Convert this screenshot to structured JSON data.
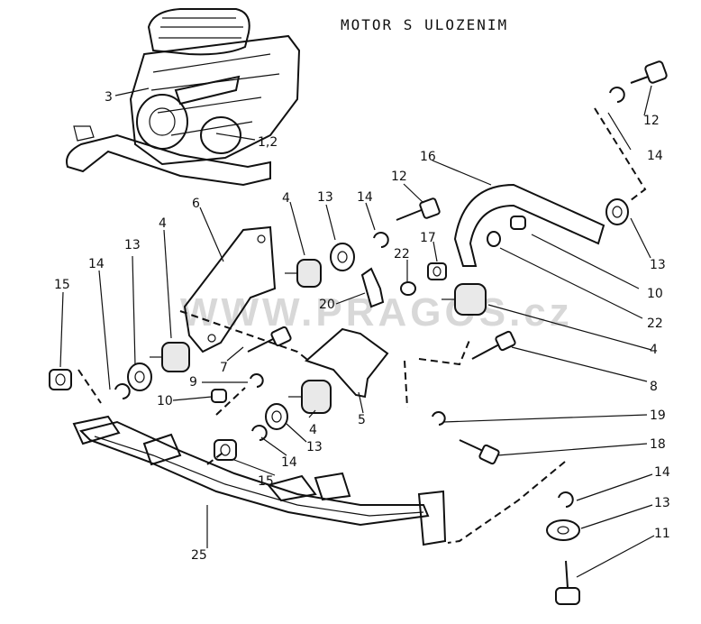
{
  "title": "MOTOR S ULOZENIM",
  "watermark": "WWW.PRAGOS.cz",
  "callouts": [
    "3",
    "1,2",
    "12",
    "14",
    "16",
    "12",
    "13",
    "4",
    "14",
    "6",
    "17",
    "22",
    "10",
    "22",
    "20",
    "13",
    "4",
    "14",
    "15",
    "7",
    "9",
    "10",
    "4",
    "5",
    "8",
    "19",
    "18",
    "13",
    "15",
    "14",
    "25",
    "14",
    "13",
    "11",
    "4",
    "13"
  ]
}
